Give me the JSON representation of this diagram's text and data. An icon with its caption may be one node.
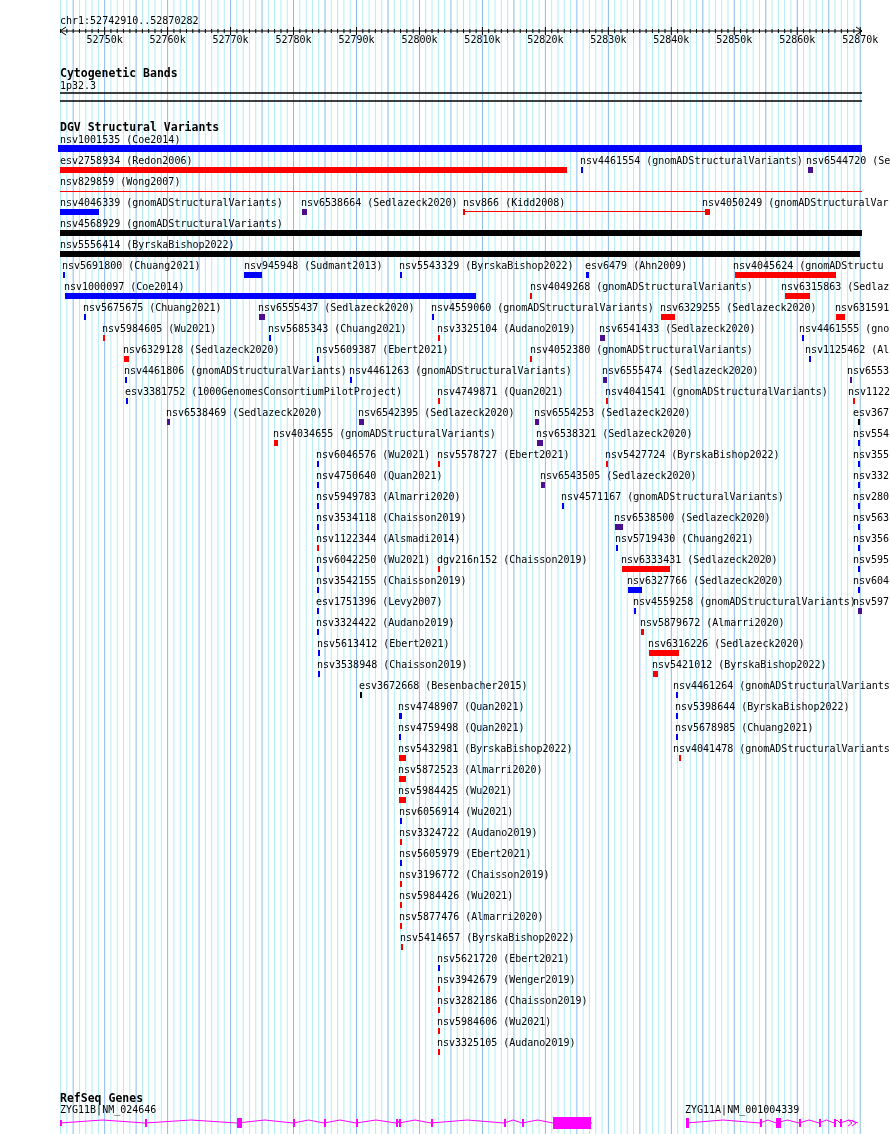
{
  "diagram": {
    "labels": [
      "chr1:52742910..52870282",
      "52750k",
      "52760k",
      "52770k",
      "52780k",
      "52790k",
      "52800k",
      "52810k",
      "52820k",
      "52830k",
      "52840k",
      "52850k",
      "52860k",
      "52870k",
      "Cytogenetic Bands",
      "1p32.3",
      "DGV Structural Variants",
      "nsv1001535 (Coe2014)",
      "esv2758934 (Redon2006)",
      "nsv4461554 (gnomADStructuralVariants)",
      "nsv6544720 (Se",
      "nsv829859 (Wong2007)",
      "nsv4046339 (gnomADStructuralVariants)",
      "nsv6538664 (Sedlazeck2020)",
      "nsv866 (Kidd2008)",
      "nsv4050249 (gnomADStructuralVar",
      "nsv4568929 (gnomADStructuralVariants)",
      "nsv5556414 (ByrskaBishop2022)",
      "nsv5691800 (Chuang2021)",
      "nsv945948 (Sudmant2013)",
      "nsv5543329 (ByrskaBishop2022)",
      "esv6479 (Ahn2009)",
      "nsv4045624 (gnomADStructu",
      "nsv1000097 (Coe2014)",
      "nsv4049268 (gnomADStructuralVariants)",
      "nsv6315863 (Sedlaz",
      "nsv5675675 (Chuang2021)",
      "nsv6555437 (Sedlazeck2020)",
      "nsv4559060 (gnomADStructuralVariants)",
      "nsv6329255 (Sedlazeck2020)",
      "nsv631591",
      "nsv5984605 (Wu2021)",
      "nsv5685343 (Chuang2021)",
      "nsv3325104 (Audano2019)",
      "nsv6541433 (Sedlazeck2020)",
      "nsv4461555 (gno",
      "nsv6329128 (Sedlazeck2020)",
      "nsv5609387 (Ebert2021)",
      "nsv4052380 (gnomADStructuralVariants)",
      "nsv1125462 (Al",
      "nsv4461806 (gnomADStructuralVariants)",
      "nsv4461263 (gnomADStructuralVariants)",
      "nsv6555474 (Sedlazeck2020)",
      "nsv6553",
      "esv3381752 (1000GenomesConsortiumPilotProject)",
      "nsv4749871 (Quan2021)",
      "nsv4041541 (gnomADStructuralVariants)",
      "nsv1122",
      "nsv6538469 (Sedlazeck2020)",
      "nsv6542395 (Sedlazeck2020)",
      "nsv6554253 (Sedlazeck2020)",
      "esv367",
      "nsv4034655 (gnomADStructuralVariants)",
      "nsv6538321 (Sedlazeck2020)",
      "nsv554",
      "nsv6046576 (Wu2021)",
      "nsv5578727 (Ebert2021)",
      "nsv5427724 (ByrskaBishop2022)",
      "nsv355",
      "nsv4750640 (Quan2021)",
      "nsv6543505 (Sedlazeck2020)",
      "nsv332",
      "nsv5949783 (Almarri2020)",
      "nsv4571167 (gnomADStructuralVariants)",
      "nsv280",
      "nsv3534118 (Chaisson2019)",
      "nsv6538500 (Sedlazeck2020)",
      "nsv563",
      "nsv1122344 (Alsmadi2014)",
      "nsv5719430 (Chuang2021)",
      "nsv356",
      "nsv6042250 (Wu2021)",
      "dgv216n152 (Chaisson2019)",
      "nsv6333431 (Sedlazeck2020)",
      "nsv595",
      "nsv3542155 (Chaisson2019)",
      "nsv6327766 (Sedlazeck2020)",
      "nsv604",
      "esv1751396 (Levy2007)",
      "nsv4559258 (gnomADStructuralVariants)",
      "nsv597",
      "nsv3324422 (Audano2019)",
      "nsv5879672 (Almarri2020)",
      "nsv5613412 (Ebert2021)",
      "nsv6316226 (Sedlazeck2020)",
      "nsv3538948 (Chaisson2019)",
      "nsv5421012 (ByrskaBishop2022)",
      "esv3672668 (Besenbacher2015)",
      "nsv4461264 (gnomADStructuralVariants",
      "nsv4748907 (Quan2021)",
      "nsv5398644 (ByrskaBishop2022)",
      "nsv4759498 (Quan2021)",
      "nsv5678985 (Chuang2021)",
      "nsv5432981 (ByrskaBishop2022)",
      "nsv4041478 (gnomADStructuralVariants",
      "nsv5872523 (Almarri2020)",
      "nsv5984425 (Wu2021)",
      "nsv6056914 (Wu2021)",
      "nsv3324722 (Audano2019)",
      "nsv5605979 (Ebert2021)",
      "nsv3196772 (Chaisson2019)",
      "nsv5984426 (Wu2021)",
      "nsv5877476 (Almarri2020)",
      "nsv5414657 (ByrskaBishop2022)",
      "nsv5621720 (Ebert2021)",
      "nsv3942679 (Wenger2019)",
      "nsv3282186 (Chaisson2019)",
      "nsv5984606 (Wu2021)",
      "nsv3325105 (Audano2019)",
      "RefSeq Genes",
      "ZYG11B|NM_024646",
      "ZYG11A|NM_001004339"
    ]
  }
}
